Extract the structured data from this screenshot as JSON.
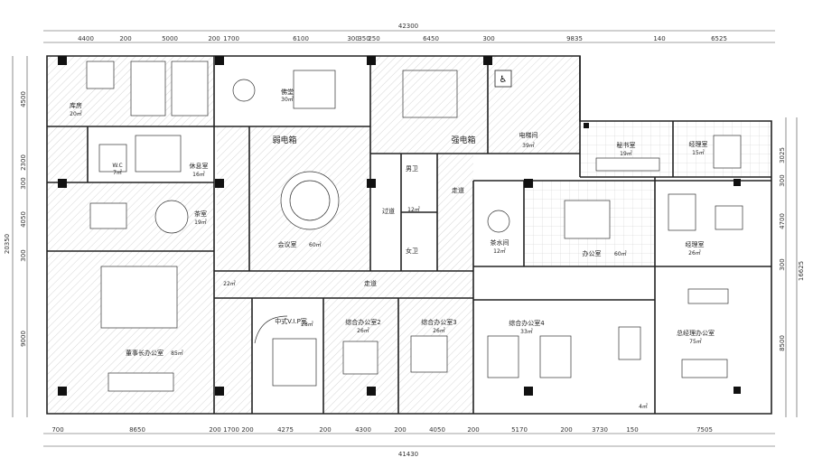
{
  "overall_dims": {
    "top_total": "42300",
    "bottom_total": "41430",
    "left_total": "20350",
    "right_total": "16625"
  },
  "top_dims": [
    "4400",
    "200",
    "5000",
    "200",
    "1700",
    "6100",
    "300",
    "350",
    "250",
    "6450",
    "300",
    "9835",
    "140",
    "6525"
  ],
  "bottom_dims": [
    "700",
    "8650",
    "200",
    "1700",
    "200",
    "4275",
    "200",
    "4300",
    "200",
    "4050",
    "200",
    "5170",
    "200",
    "3730",
    "150",
    "7505"
  ],
  "left_dims": [
    "4500",
    "2300",
    "300",
    "4050",
    "300",
    "9000"
  ],
  "right_dims": [
    "3025",
    "300",
    "4700",
    "300",
    "8500"
  ],
  "rooms": {
    "storage": {
      "name": "库房",
      "area": "20㎡"
    },
    "buddha": {
      "name": "佛堂",
      "area": "30㎡"
    },
    "weak_box": {
      "name": "弱电箱"
    },
    "strong_box": {
      "name": "强电箱"
    },
    "elevator": {
      "name": "电梯间",
      "area": "39㎡"
    },
    "secretary": {
      "name": "秘书室",
      "area": "19㎡"
    },
    "manager_small": {
      "name": "经理室",
      "area": "15㎡"
    },
    "wc": {
      "name": "W.C",
      "area": "7㎡"
    },
    "rest": {
      "name": "休息室",
      "area": "16㎡"
    },
    "men": {
      "name": "男卫"
    },
    "women": {
      "name": "女卫"
    },
    "tea": {
      "name": "茶室",
      "area": "19㎡"
    },
    "meeting": {
      "name": "会议室",
      "area": "60㎡"
    },
    "passage": {
      "name": "过道",
      "area": "12㎡"
    },
    "corridor_v": {
      "name": "走道"
    },
    "tea_water": {
      "name": "茶水间",
      "area": "12㎡"
    },
    "office": {
      "name": "办公室",
      "area": "60㎡"
    },
    "manager": {
      "name": "经理室",
      "area": "26㎡"
    },
    "corridor_h": {
      "name": "走道"
    },
    "small_area": {
      "area": "22㎡"
    },
    "vip": {
      "name": "中式V.I.P室",
      "area": "28㎡"
    },
    "office2": {
      "name": "综合办公室2",
      "area": "26㎡"
    },
    "office3": {
      "name": "综合办公室3",
      "area": "26㎡"
    },
    "office4": {
      "name": "综合办公室4",
      "area": "33㎡"
    },
    "gm": {
      "name": "总经理办公室",
      "area": "75㎡"
    },
    "chairman": {
      "name": "董事长办公室",
      "area": "85㎡"
    },
    "toilet_small": {
      "area": "4㎡"
    }
  }
}
